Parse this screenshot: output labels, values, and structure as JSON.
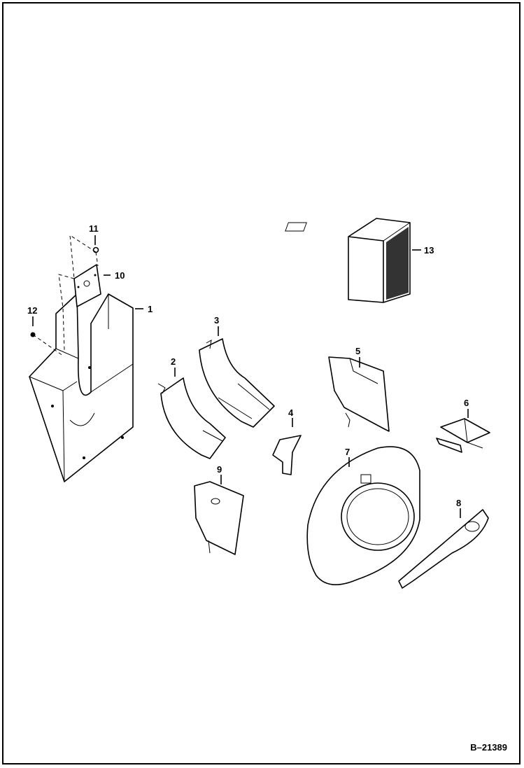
{
  "diagram": {
    "reference_code": "B–21389",
    "callouts": [
      "1",
      "2",
      "3",
      "4",
      "5",
      "6",
      "7",
      "8",
      "9",
      "10",
      "11",
      "12",
      "13"
    ],
    "line_color": "#000000",
    "background": "#ffffff"
  }
}
